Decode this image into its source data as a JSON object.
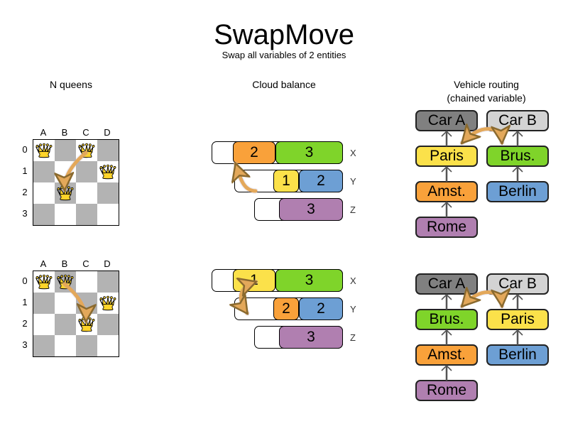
{
  "header": {
    "title": "SwapMove",
    "subtitle": "Swap all variables of 2 entities"
  },
  "columns": {
    "nqueens": "N queens",
    "cloud": "Cloud balance",
    "routing_line1": "Vehicle routing",
    "routing_line2": "(chained variable)"
  },
  "colors": {
    "orange": "#f9a13a",
    "green": "#7fd42a",
    "yellow": "#fbe14a",
    "blue": "#6d9fd4",
    "purple": "#b07fb0",
    "gray_dark": "#808080",
    "gray_light": "#d3d3d3",
    "board_dark": "#b3b3b3",
    "board_light": "#ffffff",
    "arrow": "#e3a85a",
    "queen": "#ffd42a"
  },
  "nqueens": {
    "files": [
      "A",
      "B",
      "C",
      "D"
    ],
    "ranks": [
      "0",
      "1",
      "2",
      "3"
    ],
    "before": {
      "queens": [
        {
          "file": "A",
          "rank": "0"
        },
        {
          "file": "C",
          "rank": "0"
        },
        {
          "file": "D",
          "rank": "1"
        },
        {
          "file": "B",
          "rank": "2"
        }
      ],
      "move": {
        "from": {
          "file": "C",
          "rank": "0"
        },
        "to": {
          "file": "B",
          "rank": "2"
        }
      }
    },
    "after": {
      "queens": [
        {
          "file": "A",
          "rank": "0"
        },
        {
          "file": "B",
          "rank": "0"
        },
        {
          "file": "D",
          "rank": "1"
        },
        {
          "file": "C",
          "rank": "2"
        }
      ],
      "move": {
        "from": {
          "file": "B",
          "rank": "0"
        },
        "to": {
          "file": "C",
          "rank": "2"
        }
      }
    }
  },
  "cloud": {
    "before": {
      "rows": [
        {
          "label": "X",
          "segments": [
            {
              "value": "2",
              "color": "#f9a13a"
            },
            {
              "value": "3",
              "color": "#7fd42a"
            }
          ]
        },
        {
          "label": "Y",
          "segments": [
            {
              "value": "1",
              "color": "#fbe14a"
            },
            {
              "value": "2",
              "color": "#6d9fd4"
            }
          ]
        },
        {
          "label": "Z",
          "segments": [
            {
              "value": "3",
              "color": "#b07fb0"
            }
          ]
        }
      ]
    },
    "after": {
      "rows": [
        {
          "label": "X",
          "segments": [
            {
              "value": "1",
              "color": "#fbe14a"
            },
            {
              "value": "3",
              "color": "#7fd42a"
            }
          ]
        },
        {
          "label": "Y",
          "segments": [
            {
              "value": "2",
              "color": "#f9a13a"
            },
            {
              "value": "2",
              "color": "#6d9fd4"
            }
          ]
        },
        {
          "label": "Z",
          "segments": [
            {
              "value": "3",
              "color": "#b07fb0"
            }
          ]
        }
      ]
    }
  },
  "routing": {
    "before": {
      "left_chain": [
        {
          "label": "Car A",
          "color": "#808080"
        },
        {
          "label": "Paris",
          "color": "#fbe14a"
        },
        {
          "label": "Amst.",
          "color": "#f9a13a"
        },
        {
          "label": "Rome",
          "color": "#b07fb0"
        }
      ],
      "right_chain": [
        {
          "label": "Car B",
          "color": "#d3d3d3"
        },
        {
          "label": "Brus.",
          "color": "#7fd42a"
        },
        {
          "label": "Berlin",
          "color": "#6d9fd4"
        }
      ],
      "swap_between": [
        "Paris",
        "Brus."
      ]
    },
    "after": {
      "left_chain": [
        {
          "label": "Car A",
          "color": "#808080"
        },
        {
          "label": "Brus.",
          "color": "#7fd42a"
        },
        {
          "label": "Amst.",
          "color": "#f9a13a"
        },
        {
          "label": "Rome",
          "color": "#b07fb0"
        }
      ],
      "right_chain": [
        {
          "label": "Car B",
          "color": "#d3d3d3"
        },
        {
          "label": "Paris",
          "color": "#fbe14a"
        },
        {
          "label": "Berlin",
          "color": "#6d9fd4"
        }
      ],
      "swap_between": [
        "Brus.",
        "Paris"
      ]
    }
  }
}
